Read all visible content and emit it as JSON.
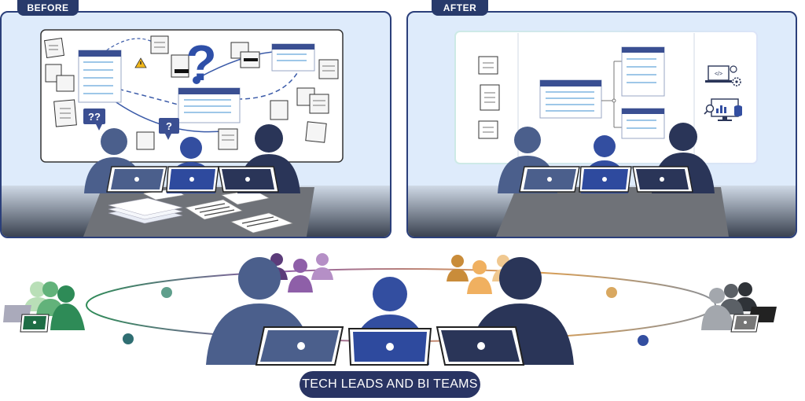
{
  "before_panel": {
    "label": "BEFORE"
  },
  "after_panel": {
    "label": "AFTER"
  },
  "bottom": {
    "label": "TECH LEADS AND BI TEAMS"
  },
  "question_mark": "?",
  "bubble_left": "??",
  "bubble_right": "?",
  "colors": {
    "panel_border": "#2b3f7a",
    "panel_fill": "#deebfb",
    "accent_navy": "#283a6b",
    "person_slate": "#4b5f8c",
    "person_blue": "#334ea0",
    "person_dark": "#2a3558",
    "green_team": "#2e8b57",
    "purple_team": "#8e5fa8",
    "orange_team": "#e0a050",
    "gray_team": "#8a8f96"
  }
}
